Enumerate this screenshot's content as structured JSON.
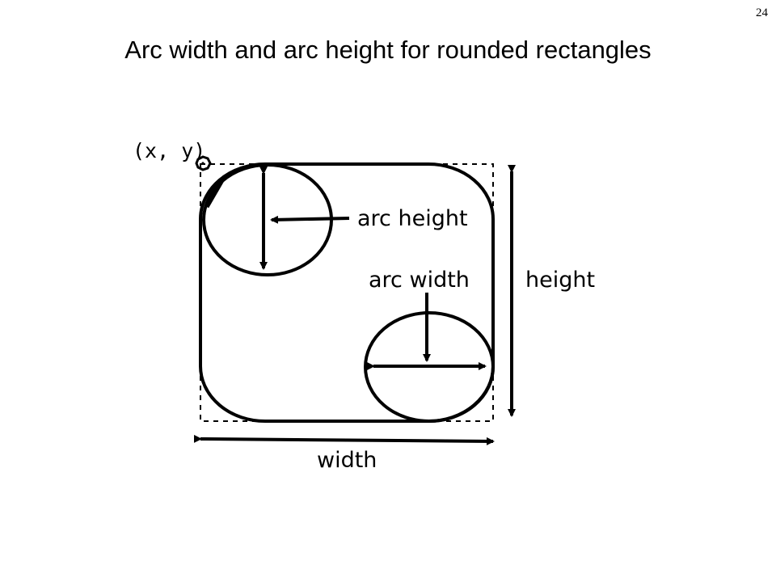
{
  "slide": {
    "page_number": "24",
    "title": "Arc width and arc height for rounded rectangles"
  },
  "diagram": {
    "origin_label": "(x, y)",
    "arc_height_label": "arc height",
    "arc_width_label": "arc width",
    "height_label": "height",
    "width_label": "width",
    "colors": {
      "stroke": "#000000",
      "background": "#ffffff"
    }
  }
}
